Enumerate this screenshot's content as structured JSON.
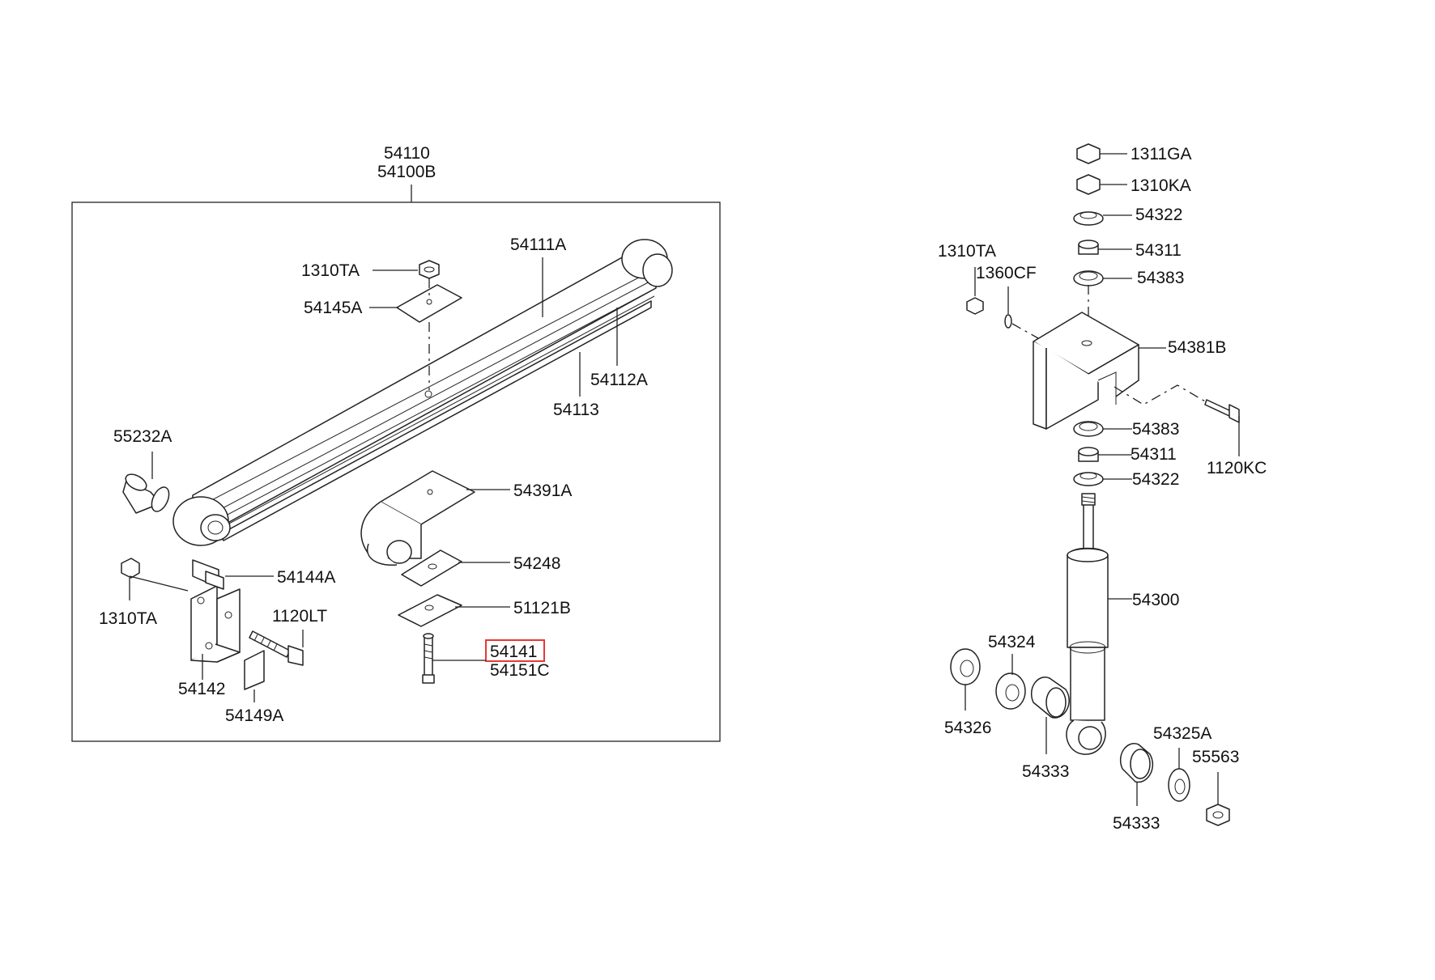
{
  "diagram": {
    "colors": {
      "line": "#222222",
      "highlight": "#e53935",
      "background": "#ffffff"
    },
    "spring_assembly": {
      "header_labels": [
        "54110",
        "54100B"
      ]
    },
    "labels": {
      "p1310ta_top": "1310TA",
      "p54145a": "54145A",
      "p54111a": "54111A",
      "p54112a": "54112A",
      "p54113": "54113",
      "p55232a": "55232A",
      "p54391a": "54391A",
      "p54248": "54248",
      "p54144a": "54144A",
      "p1310ta_bottom": "1310TA",
      "p1120lt": "1120LT",
      "p51121b": "51121B",
      "p54141": "54141",
      "p54151c": "54151C",
      "p54142": "54142",
      "p54149a": "54149A",
      "p1311ga": "1311GA",
      "p1310ka": "1310KA",
      "p54322_top": "54322",
      "p54311_top": "54311",
      "p54383_top": "54383",
      "p1310ta_right": "1310TA",
      "p1360cf": "1360CF",
      "p54381b": "54381B",
      "p1120kc": "1120KC",
      "p54383_bottom": "54383",
      "p54311_bottom": "54311",
      "p54322_bottom": "54322",
      "p54300": "54300",
      "p54324": "54324",
      "p54326": "54326",
      "p54333_left": "54333",
      "p54325a": "54325A",
      "p55563": "55563",
      "p54333_right": "54333"
    },
    "highlighted_part": "54141"
  }
}
